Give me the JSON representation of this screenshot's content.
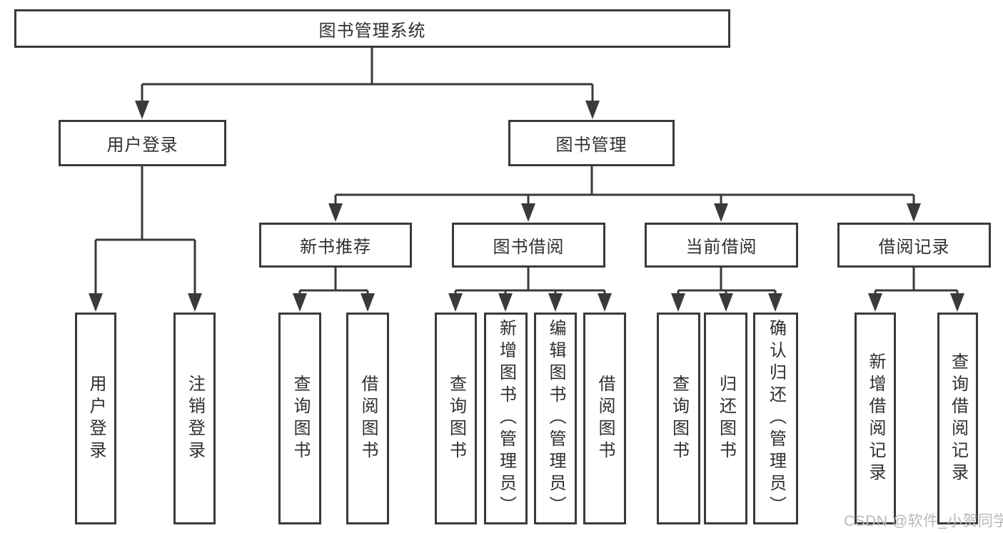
{
  "tree": {
    "root": {
      "label": "图书管理系统"
    },
    "children": [
      {
        "label": "用户登录",
        "children": [
          {
            "label": "用户登录"
          },
          {
            "label": "注销登录"
          }
        ]
      },
      {
        "label": "图书管理",
        "children": [
          {
            "label": "新书推荐",
            "children": [
              {
                "label": "查询图书"
              },
              {
                "label": "借阅图书"
              }
            ]
          },
          {
            "label": "图书借阅",
            "children": [
              {
                "label": "查询图书"
              },
              {
                "label": "新增图书（管理员）"
              },
              {
                "label": "编辑图书（管理员）"
              },
              {
                "label": "借阅图书"
              }
            ]
          },
          {
            "label": "当前借阅",
            "children": [
              {
                "label": "查询图书"
              },
              {
                "label": "归还图书"
              },
              {
                "label": "确认归还（管理员）"
              }
            ]
          },
          {
            "label": "借阅记录",
            "children": [
              {
                "label": "新增借阅记录"
              },
              {
                "label": "查询借阅记录"
              }
            ]
          }
        ]
      }
    ]
  },
  "watermark": {
    "text": "CSDN @软件_小贺同学"
  },
  "colors": {
    "line": "#3a3a3a",
    "text": "#2f2f2f",
    "watermark": "#b9b9b9",
    "background": "#ffffff"
  }
}
